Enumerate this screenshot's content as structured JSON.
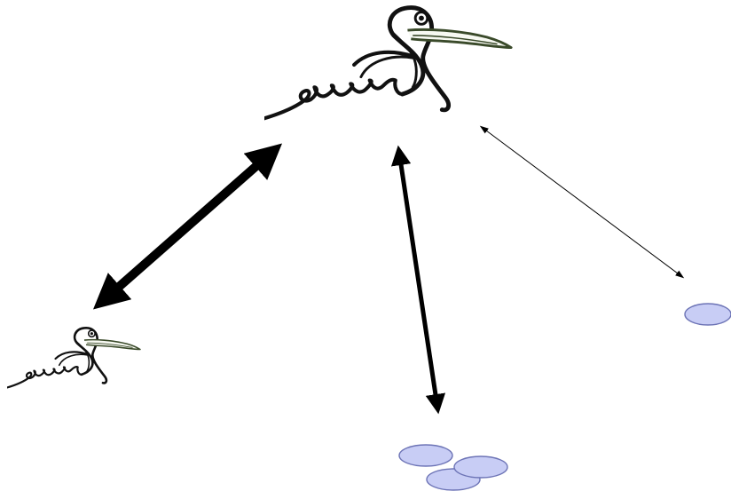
{
  "diagram": {
    "background_color": "#ffffff",
    "ink_color": "#000000",
    "bird_accent_color": "#3a4a2a",
    "egg_fill_color": "#c8cdf5",
    "egg_stroke_color": "#6d74b6",
    "nodes": [
      {
        "id": "large-bird",
        "icon": "pelican-icon",
        "kind": "bird",
        "size": "large"
      },
      {
        "id": "small-bird",
        "icon": "pelican-icon",
        "kind": "bird",
        "size": "small"
      },
      {
        "id": "egg-cluster",
        "icon": "egg-cluster-icon",
        "kind": "eggs",
        "count": 3
      },
      {
        "id": "single-egg",
        "icon": "egg-icon",
        "kind": "eggs",
        "count": 1
      }
    ],
    "edges": [
      {
        "from": "large-bird",
        "to": "small-bird",
        "style": "double-headed-arrow",
        "weight": "thick"
      },
      {
        "from": "large-bird",
        "to": "egg-cluster",
        "style": "double-headed-arrow",
        "weight": "medium"
      },
      {
        "from": "large-bird",
        "to": "single-egg",
        "style": "double-headed-arrow",
        "weight": "thin"
      }
    ]
  }
}
